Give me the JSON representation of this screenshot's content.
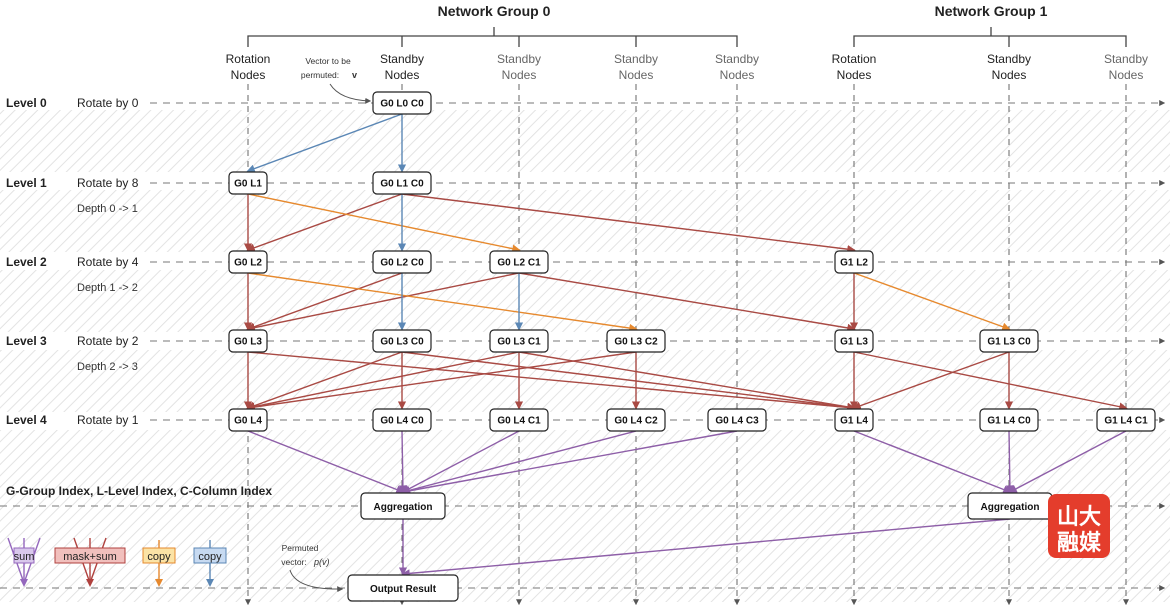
{
  "groups": [
    {
      "title": "Network Group 0"
    },
    {
      "title": "Network Group 1"
    }
  ],
  "column_headers": [
    {
      "line1": "Rotation",
      "line2": "Nodes",
      "active": true
    },
    {
      "line1": "Standby",
      "line2": "Nodes",
      "active": true
    },
    {
      "line1": "Standby",
      "line2": "Nodes",
      "active": false
    },
    {
      "line1": "Standby",
      "line2": "Nodes",
      "active": false
    },
    {
      "line1": "Standby",
      "line2": "Nodes",
      "active": false
    },
    {
      "line1": "Rotation",
      "line2": "Nodes",
      "active": true
    },
    {
      "line1": "Standby",
      "line2": "Nodes",
      "active": true
    },
    {
      "line1": "Standby",
      "line2": "Nodes",
      "active": false
    }
  ],
  "input_note": {
    "line1": "Vector to be",
    "line2": "permuted:",
    "symbol": "v"
  },
  "levels": [
    {
      "label": "Level 0",
      "rotate": "Rotate by 0",
      "depth": ""
    },
    {
      "label": "Level 1",
      "rotate": "Rotate by 8",
      "depth": "Depth 0 -> 1"
    },
    {
      "label": "Level 2",
      "rotate": "Rotate by 4",
      "depth": "Depth 1 -> 2"
    },
    {
      "label": "Level 3",
      "rotate": "Rotate by 2",
      "depth": "Depth 2 -> 3"
    },
    {
      "label": "Level 4",
      "rotate": "Rotate by 1",
      "depth": ""
    }
  ],
  "nodes": [
    {
      "id": "G0 L0 C0",
      "col": 1,
      "level": 0
    },
    {
      "id": "G0 L1",
      "col": 0,
      "level": 1
    },
    {
      "id": "G0 L1 C0",
      "col": 1,
      "level": 1
    },
    {
      "id": "G0 L2",
      "col": 0,
      "level": 2
    },
    {
      "id": "G0 L2 C0",
      "col": 1,
      "level": 2
    },
    {
      "id": "G0 L2 C1",
      "col": 2,
      "level": 2
    },
    {
      "id": "G1 L2",
      "col": 5,
      "level": 2
    },
    {
      "id": "G0 L3",
      "col": 0,
      "level": 3
    },
    {
      "id": "G0 L3 C0",
      "col": 1,
      "level": 3
    },
    {
      "id": "G0 L3 C1",
      "col": 2,
      "level": 3
    },
    {
      "id": "G0 L3 C2",
      "col": 3,
      "level": 3
    },
    {
      "id": "G1 L3",
      "col": 5,
      "level": 3
    },
    {
      "id": "G1 L3 C0",
      "col": 6,
      "level": 3
    },
    {
      "id": "G0 L4",
      "col": 0,
      "level": 4
    },
    {
      "id": "G0 L4 C0",
      "col": 1,
      "level": 4
    },
    {
      "id": "G0 L4 C1",
      "col": 2,
      "level": 4
    },
    {
      "id": "G0 L4 C2",
      "col": 3,
      "level": 4
    },
    {
      "id": "G0 L4 C3",
      "col": 4,
      "level": 4
    },
    {
      "id": "G1 L4",
      "col": 5,
      "level": 4
    },
    {
      "id": "G1 L4 C0",
      "col": 6,
      "level": 4
    },
    {
      "id": "G1 L4 C1",
      "col": 7,
      "level": 4
    }
  ],
  "edges": [
    {
      "from": "G0 L0 C0",
      "to": "G0 L1",
      "type": "copy_blue"
    },
    {
      "from": "G0 L0 C0",
      "to": "G0 L1 C0",
      "type": "copy_blue"
    },
    {
      "from": "G0 L1",
      "to": "G0 L2",
      "type": "mask_sum"
    },
    {
      "from": "G0 L1 C0",
      "to": "G0 L2",
      "type": "mask_sum"
    },
    {
      "from": "G0 L1",
      "to": "G0 L2 C1",
      "type": "copy_orange"
    },
    {
      "from": "G0 L1 C0",
      "to": "G0 L2 C0",
      "type": "copy_blue"
    },
    {
      "from": "G0 L1 C0",
      "to": "G1 L2",
      "type": "mask_sum"
    },
    {
      "from": "G0 L2",
      "to": "G0 L3",
      "type": "mask_sum"
    },
    {
      "from": "G0 L2 C0",
      "to": "G0 L3",
      "type": "mask_sum"
    },
    {
      "from": "G0 L2 C1",
      "to": "G0 L3",
      "type": "mask_sum"
    },
    {
      "from": "G0 L2",
      "to": "G0 L3 C2",
      "type": "copy_orange"
    },
    {
      "from": "G0 L2 C0",
      "to": "G0 L3 C0",
      "type": "copy_blue"
    },
    {
      "from": "G0 L2 C1",
      "to": "G0 L3 C1",
      "type": "copy_blue"
    },
    {
      "from": "G0 L2 C1",
      "to": "G1 L3",
      "type": "mask_sum"
    },
    {
      "from": "G1 L2",
      "to": "G1 L3",
      "type": "mask_sum"
    },
    {
      "from": "G1 L2",
      "to": "G1 L3 C0",
      "type": "copy_orange"
    },
    {
      "from": "G0 L3",
      "to": "G0 L4",
      "type": "mask_sum"
    },
    {
      "from": "G0 L3 C0",
      "to": "G0 L4",
      "type": "mask_sum"
    },
    {
      "from": "G0 L3 C1",
      "to": "G0 L4",
      "type": "mask_sum"
    },
    {
      "from": "G0 L3 C2",
      "to": "G0 L4",
      "type": "mask_sum"
    },
    {
      "from": "G0 L3 C0",
      "to": "G0 L4 C0",
      "type": "mask_sum"
    },
    {
      "from": "G0 L3 C1",
      "to": "G0 L4 C1",
      "type": "mask_sum"
    },
    {
      "from": "G0 L3 C2",
      "to": "G0 L4 C2",
      "type": "mask_sum"
    },
    {
      "from": "G0 L3",
      "to": "G1 L4",
      "type": "mask_sum"
    },
    {
      "from": "G0 L3 C0",
      "to": "G1 L4",
      "type": "mask_sum"
    },
    {
      "from": "G0 L3 C1",
      "to": "G1 L4",
      "type": "mask_sum"
    },
    {
      "from": "G1 L3",
      "to": "G1 L4",
      "type": "mask_sum"
    },
    {
      "from": "G1 L3 C0",
      "to": "G1 L4",
      "type": "mask_sum"
    },
    {
      "from": "G1 L3 C0",
      "to": "G1 L4 C0",
      "type": "mask_sum"
    },
    {
      "from": "G1 L3",
      "to": "G1 L4 C1",
      "type": "mask_sum"
    },
    {
      "from": "G0 L4",
      "to": "Aggregation 0",
      "type": "sum"
    },
    {
      "from": "G0 L4 C0",
      "to": "Aggregation 0",
      "type": "sum"
    },
    {
      "from": "G0 L4 C1",
      "to": "Aggregation 0",
      "type": "sum"
    },
    {
      "from": "G0 L4 C2",
      "to": "Aggregation 0",
      "type": "sum"
    },
    {
      "from": "G0 L4 C3",
      "to": "Aggregation 0",
      "type": "sum"
    },
    {
      "from": "G1 L4",
      "to": "Aggregation 1",
      "type": "sum"
    },
    {
      "from": "G1 L4 C0",
      "to": "Aggregation 1",
      "type": "sum"
    },
    {
      "from": "G1 L4 C1",
      "to": "Aggregation 1",
      "type": "sum"
    },
    {
      "from": "Aggregation 0",
      "to": "Output Result",
      "type": "sum"
    },
    {
      "from": "Aggregation 1",
      "to": "Output Result",
      "type": "sum"
    }
  ],
  "aggregations": [
    {
      "label": "Aggregation"
    },
    {
      "label": "Aggregation"
    }
  ],
  "output": {
    "label": "Output Result",
    "note_line1": "Permuted",
    "note_line2": "vector:",
    "symbol": "p(v)"
  },
  "index_legend": "G-Group Index, L-Level Index, C-Column Index",
  "legend": [
    {
      "label": "sum",
      "color": "#9467bd",
      "fill": "#d9c8ec"
    },
    {
      "label": "mask+sum",
      "color": "#b0413e",
      "fill": "#f1c0bd"
    },
    {
      "label": "copy",
      "color": "#e6892e",
      "fill": "#fbe3a6"
    },
    {
      "label": "copy",
      "color": "#5b87b5",
      "fill": "#c7daf1"
    }
  ],
  "colors": {
    "sum": "#8e5fa8",
    "mask_sum": "#a94a44",
    "copy_orange": "#e6892e",
    "copy_blue": "#5b87b5",
    "logo_bg": "#e43d2c"
  },
  "logo": {
    "text": "山大融媒",
    "alt": "logo-watermark"
  }
}
